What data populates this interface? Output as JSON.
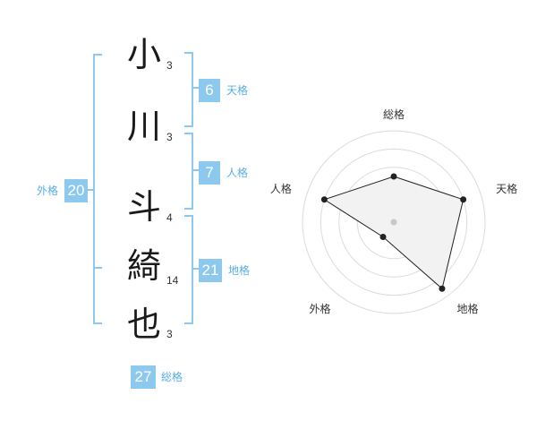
{
  "name": {
    "characters": [
      {
        "char": "小",
        "strokes": "3"
      },
      {
        "char": "川",
        "strokes": "3"
      },
      {
        "char": "斗",
        "strokes": "4"
      },
      {
        "char": "綺",
        "strokes": "14"
      },
      {
        "char": "也",
        "strokes": "3"
      }
    ]
  },
  "fortune": {
    "tenkaku": {
      "label": "天格",
      "value": "6"
    },
    "jinkaku": {
      "label": "人格",
      "value": "7"
    },
    "chikaku": {
      "label": "地格",
      "value": "21"
    },
    "gaikaku": {
      "label": "外格",
      "value": "20"
    },
    "soukaku": {
      "label": "総格",
      "value": "27"
    }
  },
  "colors": {
    "accent": "#8dc8ef",
    "accent_text": "#5aaee6"
  },
  "chart_data": {
    "type": "radar",
    "axes": [
      "総格",
      "天格",
      "地格",
      "外格",
      "人格"
    ],
    "values": [
      0.5,
      0.8,
      0.9,
      0.2,
      0.8
    ],
    "range": [
      0,
      1
    ],
    "rings": 5
  }
}
